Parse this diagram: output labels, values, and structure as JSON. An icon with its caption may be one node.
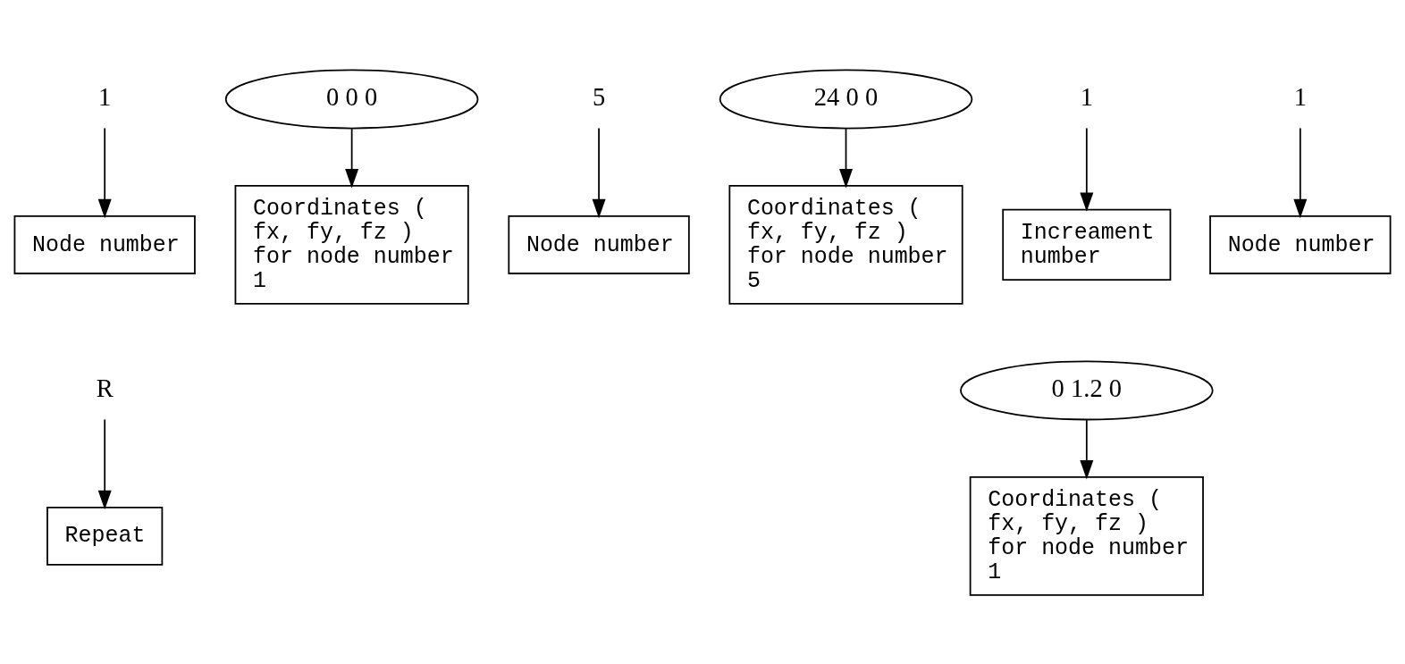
{
  "diagram": {
    "nodes": [
      {
        "text": [
          "1"
        ]
      },
      {
        "text": [
          "0 0 0"
        ]
      },
      {
        "text": [
          "5"
        ]
      },
      {
        "text": [
          "24 0 0"
        ]
      },
      {
        "text": [
          "1"
        ]
      },
      {
        "text": [
          "Node number"
        ]
      },
      {
        "text": [
          "Coordinates ( fx, fy, fz ) for node number 1"
        ]
      },
      {
        "text": [
          "Node number"
        ]
      },
      {
        "text": [
          "Coordinates ( fx, fy, fz ) for node number 5"
        ]
      },
      {
        "text": [
          "Increament number"
        ]
      },
      {
        "text": [
          "R"
        ]
      },
      {
        "text": [
          "1"
        ]
      },
      {
        "text": [
          "0 1.2 0"
        ]
      },
      {
        "text": [
          "Repeat"
        ]
      },
      {
        "text": [
          "Node number"
        ]
      },
      {
        "text": [
          "Coordinates ( fx, fy, fz ) for node number 1"
        ]
      }
    ],
    "edges": [
      {
        "from": 0,
        "to": 5,
        "arrow": "to"
      },
      {
        "from": 1,
        "to": 6,
        "arrow": "to"
      },
      {
        "from": 2,
        "to": 7,
        "arrow": "to"
      },
      {
        "from": 3,
        "to": 8,
        "arrow": "to"
      },
      {
        "from": 4,
        "to": 9,
        "arrow": "to"
      },
      {
        "from": 10,
        "to": 13,
        "arrow": "to"
      },
      {
        "from": 11,
        "to": 14,
        "arrow": "to"
      },
      {
        "from": 12,
        "to": 15,
        "arrow": "to"
      }
    ]
  }
}
